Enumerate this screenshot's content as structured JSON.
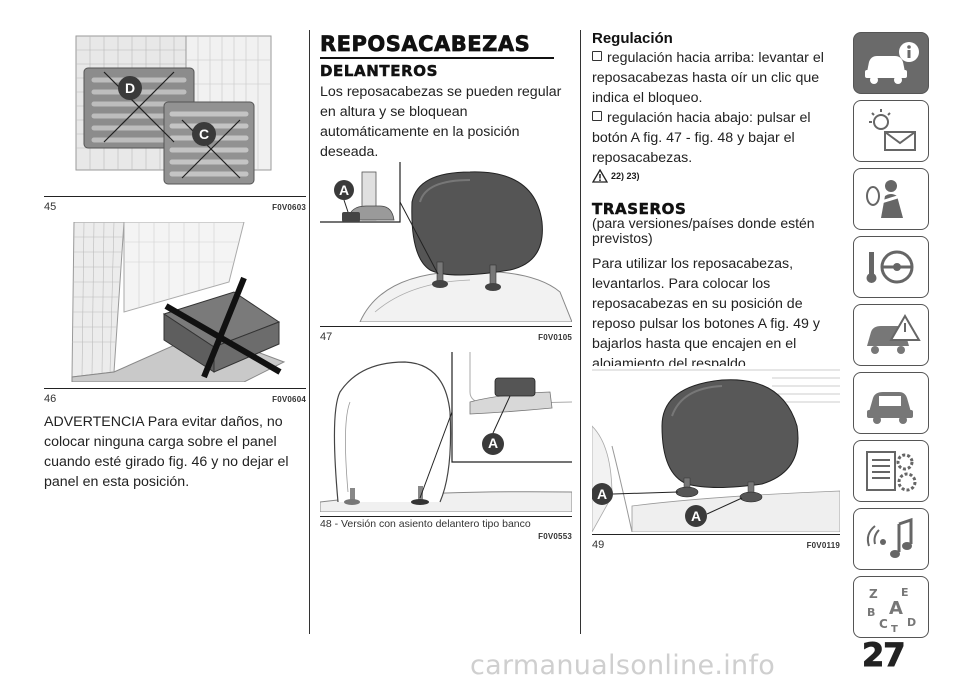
{
  "column1": {
    "fig45": {
      "number": "45",
      "code": "F0V0603",
      "callouts": [
        "D",
        "C"
      ]
    },
    "fig46": {
      "number": "46",
      "code": "F0V0604"
    },
    "warning_text": "ADVERTENCIA Para evitar daños, no colocar ninguna carga sobre el panel cuando esté girado fig. 46 y no dejar el panel en esta posición."
  },
  "column2": {
    "heading": "REPOSACABEZAS",
    "subheading": "DELANTEROS",
    "intro_text": "Los reposacabezas se pueden regular en altura y se bloquean automáticamente en la posición deseada.",
    "fig47": {
      "number": "47",
      "code": "F0V0105",
      "callout": "A"
    },
    "fig48": {
      "caption": "48 - Versión con asiento delantero tipo banco",
      "code": "F0V0553",
      "callout": "A"
    }
  },
  "column3": {
    "regulacion_heading": "Regulación",
    "item_up": "regulación hacia arriba: levantar el reposacabezas hasta oír un clic que indica el bloqueo.",
    "item_down": "regulación hacia abajo: pulsar el botón A fig. 47 - fig. 48 y bajar el reposacabezas.",
    "warning_refs": "22) 23)",
    "traseros_heading": "TRASEROS",
    "traseros_note": "(para versiones/países donde estén previstos)",
    "traseros_text": "Para utilizar los reposacabezas, levantarlos. Para colocar los reposacabezas en su posición de reposo pulsar los botones A fig. 49 y bajarlos hasta que encajen en el alojamiento del respaldo.",
    "fig49": {
      "number": "49",
      "code": "F0V0119",
      "callouts": [
        "A",
        "A"
      ]
    }
  },
  "side_tabs": [
    {
      "icon": "car-info-icon",
      "active": true
    },
    {
      "icon": "lights-envelope-icon",
      "active": false
    },
    {
      "icon": "airbag-person-icon",
      "active": false
    },
    {
      "icon": "steering-key-icon",
      "active": false
    },
    {
      "icon": "car-warning-icon",
      "active": false
    },
    {
      "icon": "car-service-icon",
      "active": false
    },
    {
      "icon": "specs-gears-icon",
      "active": false
    },
    {
      "icon": "multimedia-note-icon",
      "active": false
    },
    {
      "icon": "alphabet-index-icon",
      "active": false
    }
  ],
  "page_number": "27",
  "watermark": "carmanualsonline.info",
  "colors": {
    "active_tab": "#6a6a6a",
    "text": "#222222",
    "watermark": "#cfcfcf"
  }
}
